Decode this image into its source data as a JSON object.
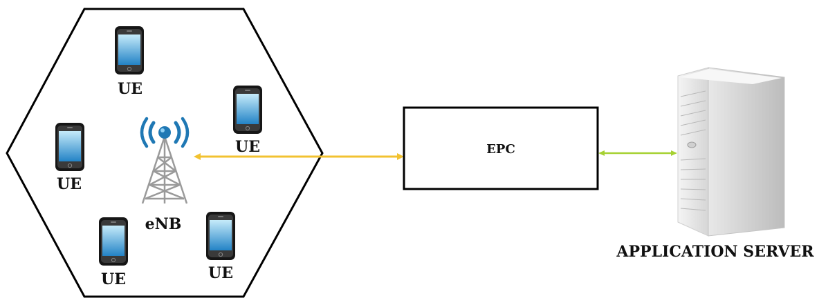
{
  "diagram": {
    "cell": {
      "ue_label": "UE",
      "enb_label": "eNB"
    },
    "epc_label": "EPC",
    "server_label": "APPLICATION SERVER",
    "colors": {
      "stroke": "#000000",
      "link_enb_epc": "#f2c230",
      "link_epc_server": "#a6d132",
      "phone_screen_top": "#bfe6f7",
      "phone_screen_bottom": "#2a8fcf",
      "phone_body": "#1a1a1a",
      "tower_dish": "#1f78b4",
      "tower_frame": "#9a9a9a"
    }
  }
}
